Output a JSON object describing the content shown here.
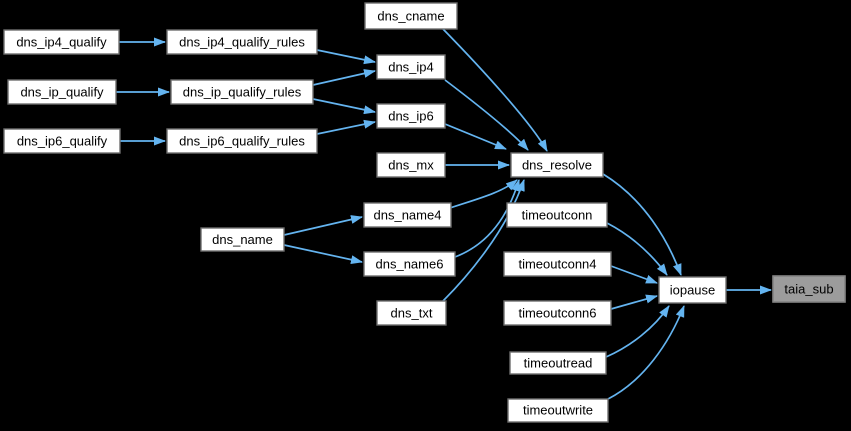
{
  "diagram": {
    "type": "call-graph",
    "background_color": "#000000",
    "node_fill_color": "#ffffff",
    "node_border_color": "#6e6e6e",
    "node_text_color": "#000000",
    "highlighted_node_fill_color": "#9c9c9c",
    "arrow_color": "#64b4f0"
  },
  "nodes": [
    {
      "id": "dns_ip4_qualify",
      "label": "dns_ip4_qualify"
    },
    {
      "id": "dns_ip_qualify",
      "label": "dns_ip_qualify"
    },
    {
      "id": "dns_ip6_qualify",
      "label": "dns_ip6_qualify"
    },
    {
      "id": "dns_ip4_qualify_rules",
      "label": "dns_ip4_qualify_rules"
    },
    {
      "id": "dns_ip_qualify_rules",
      "label": "dns_ip_qualify_rules"
    },
    {
      "id": "dns_ip6_qualify_rules",
      "label": "dns_ip6_qualify_rules"
    },
    {
      "id": "dns_cname",
      "label": "dns_cname"
    },
    {
      "id": "dns_ip4",
      "label": "dns_ip4"
    },
    {
      "id": "dns_ip6",
      "label": "dns_ip6"
    },
    {
      "id": "dns_mx",
      "label": "dns_mx"
    },
    {
      "id": "dns_name",
      "label": "dns_name"
    },
    {
      "id": "dns_name4",
      "label": "dns_name4"
    },
    {
      "id": "dns_name6",
      "label": "dns_name6"
    },
    {
      "id": "dns_txt",
      "label": "dns_txt"
    },
    {
      "id": "dns_resolve",
      "label": "dns_resolve"
    },
    {
      "id": "timeoutconn",
      "label": "timeoutconn"
    },
    {
      "id": "timeoutconn4",
      "label": "timeoutconn4"
    },
    {
      "id": "timeoutconn6",
      "label": "timeoutconn6"
    },
    {
      "id": "timeoutread",
      "label": "timeoutread"
    },
    {
      "id": "timeoutwrite",
      "label": "timeoutwrite"
    },
    {
      "id": "iopause",
      "label": "iopause"
    },
    {
      "id": "taia_sub",
      "label": "taia_sub",
      "highlighted": true
    }
  ],
  "edges": [
    {
      "from": "dns_ip4_qualify",
      "to": "dns_ip4_qualify_rules"
    },
    {
      "from": "dns_ip_qualify",
      "to": "dns_ip_qualify_rules"
    },
    {
      "from": "dns_ip6_qualify",
      "to": "dns_ip6_qualify_rules"
    },
    {
      "from": "dns_ip4_qualify_rules",
      "to": "dns_ip4"
    },
    {
      "from": "dns_ip_qualify_rules",
      "to": "dns_ip4"
    },
    {
      "from": "dns_ip_qualify_rules",
      "to": "dns_ip6"
    },
    {
      "from": "dns_ip6_qualify_rules",
      "to": "dns_ip6"
    },
    {
      "from": "dns_cname",
      "to": "dns_resolve"
    },
    {
      "from": "dns_ip4",
      "to": "dns_resolve"
    },
    {
      "from": "dns_ip6",
      "to": "dns_resolve"
    },
    {
      "from": "dns_mx",
      "to": "dns_resolve"
    },
    {
      "from": "dns_name",
      "to": "dns_name4"
    },
    {
      "from": "dns_name",
      "to": "dns_name6"
    },
    {
      "from": "dns_name4",
      "to": "dns_resolve"
    },
    {
      "from": "dns_name6",
      "to": "dns_resolve"
    },
    {
      "from": "dns_txt",
      "to": "dns_resolve"
    },
    {
      "from": "dns_resolve",
      "to": "iopause"
    },
    {
      "from": "timeoutconn",
      "to": "iopause"
    },
    {
      "from": "timeoutconn4",
      "to": "iopause"
    },
    {
      "from": "timeoutconn6",
      "to": "iopause"
    },
    {
      "from": "timeoutread",
      "to": "iopause"
    },
    {
      "from": "timeoutwrite",
      "to": "iopause"
    },
    {
      "from": "iopause",
      "to": "taia_sub"
    }
  ]
}
